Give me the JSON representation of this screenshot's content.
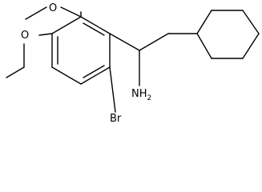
{
  "molecule": {
    "atom_labels": {
      "oxygen_top": "O",
      "oxygen_left": "O",
      "amine": "NH",
      "amine_subscript": "2",
      "bromine": "Br"
    }
  }
}
